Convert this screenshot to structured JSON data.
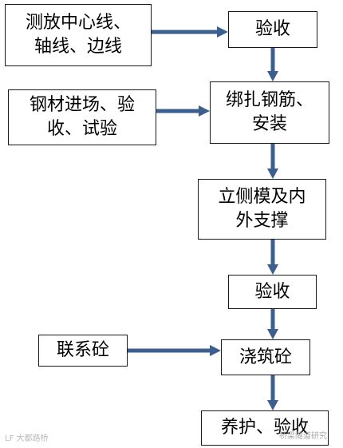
{
  "colors": {
    "arrow": "#3d5f8f",
    "border": "#1a1a1a",
    "watermark": "#b8b8b8"
  },
  "nodes": {
    "survey": "测放中心线、\n轴线、边线",
    "accept1": "验收",
    "steel": "钢材进场、验\n收、试验",
    "rebar": "绑扎钢筋、\n安装",
    "formwork": "立侧模及内\n外支撑",
    "accept2": "验收",
    "tie": "联系砼",
    "pour": "浇筑砼",
    "cure": "养护、验收"
  },
  "watermarks": {
    "left": "LF 大都路桥",
    "right": "桥梁隧道研究"
  }
}
